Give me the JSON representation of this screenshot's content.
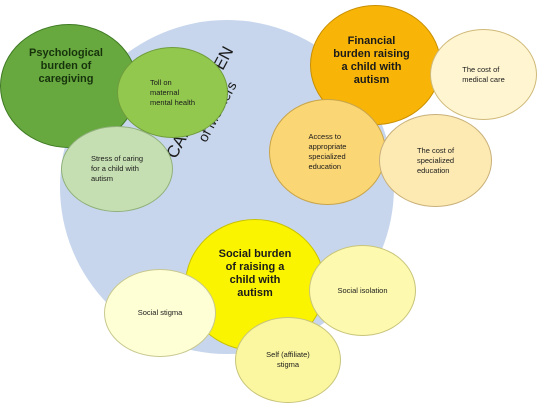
{
  "central": {
    "line1": "CARE BURDEN",
    "line2": "of Mothers"
  },
  "psychological": {
    "title": "Psychological\nburden of\ncaregiving",
    "items": [
      "Toll on\nmaternal\nmental health",
      "Stress of caring\nfor a child with\nautism"
    ]
  },
  "financial": {
    "title": "Financial\nburden raising\na child with\nautism",
    "items": [
      "The cost of\nmedical care",
      "Access to\nappropriate\nspecialized\neducation",
      "The cost of\nspecialized\neducation"
    ]
  },
  "social": {
    "title": "Social burden\nof raising a\nchild with\nautism",
    "items": [
      "Social stigma",
      "Social isolation",
      "Self (affiliate)\nstigma"
    ]
  },
  "colors": {
    "central": "#c7d6ec",
    "psychological": "#67a83f",
    "financial": "#f8b507",
    "social": "#fbf400"
  }
}
